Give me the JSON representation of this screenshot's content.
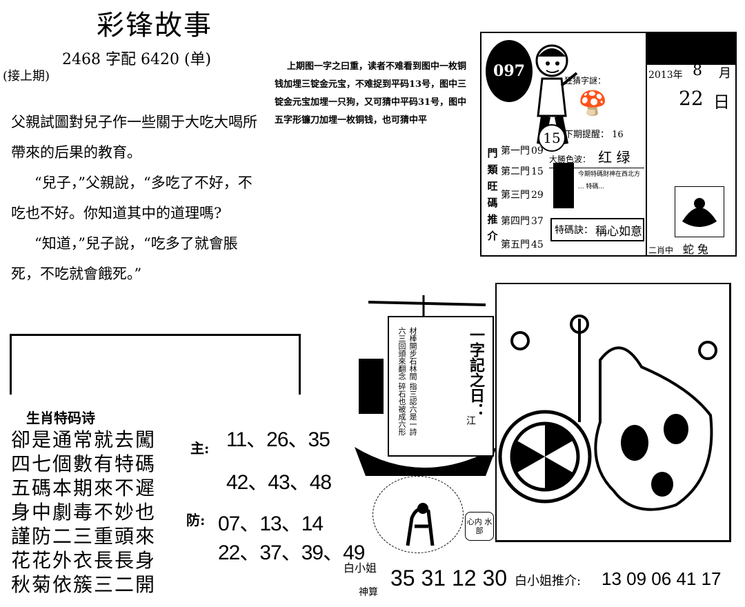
{
  "header": {
    "title": "彩锋故事",
    "subtitle": "2468 字配 6420 (单)",
    "continued": "(接上期)"
  },
  "story": {
    "p1": "父親試圖對兒子作一些關于大吃大喝所帶來的后果的教育。",
    "p2": "“兒子，”父親說，“多吃了不好，不吃也不好。你知道其中的道理嗎?",
    "p3": "“知道，”兒子說，“吃多了就會脹死，不吃就會餓死。”"
  },
  "riddle": "上期图一字之曰重，读者不难看到图中一枚铜钱加埋三锭金元宝，不难捉到平码13号，图中三锭金元宝加埋一只狗，又可猜中平码31号，图中五字形镰刀加埋一枚铜钱，也可猜中平",
  "calendar": {
    "logo": "097",
    "badge": "15",
    "riddle_label": "狂猜字謎：",
    "riddle_symbol": "🍄",
    "xiajing_label": "下期提醒：",
    "xiajing_value": "16",
    "color_label": "大勝色波：",
    "color_value": "红 绿",
    "men_label": "門類旺碼推介",
    "gates": [
      {
        "label": "第一門",
        "num": "09"
      },
      {
        "label": "第二門",
        "num": "15"
      },
      {
        "label": "第三門",
        "num": "29"
      },
      {
        "label": "第四門",
        "num": "37"
      },
      {
        "label": "第五門",
        "num": "45"
      }
    ],
    "tiny": "今期特碼財神在西北方 ... 特碼...",
    "tema_label": "特碼訣：",
    "tema_value": "稱心如意",
    "year": "2013年",
    "month": "8",
    "yue": "月",
    "day": "22",
    "ri": "日",
    "zodiac_label": "二肖中",
    "zodiac_value": "蛇 兔"
  },
  "poem": {
    "title": "生肖特码诗",
    "lines": [
      "卻是通常就去闖",
      "四七個數有特碼",
      "五碼本期來不遲",
      "身中劇毒不妙也",
      "謹防二三重頭來",
      "花花外衣長長身",
      "秋菊依簇三二開"
    ]
  },
  "picks": {
    "zhu_label": "主:",
    "zhu_line1": "11、26、35",
    "zhu_line2": "42、43、48",
    "fang_label": "防:",
    "fang_line1": "07、13、14",
    "fang_line2": "22、37、39、49"
  },
  "ship": {
    "title": "一字記之日：",
    "text": "材棒開步石林間 指三認六是一詩 六三回頭來翻念 碎石也被成六形",
    "author": "江"
  },
  "badge_xin": "心内 水部",
  "bottom": {
    "bai_label": "白小姐",
    "shen_label": "神算",
    "nums": "35 31 12 30",
    "tui_label": "白小姐推介:",
    "tui_nums": "13 09 06 41 17"
  }
}
